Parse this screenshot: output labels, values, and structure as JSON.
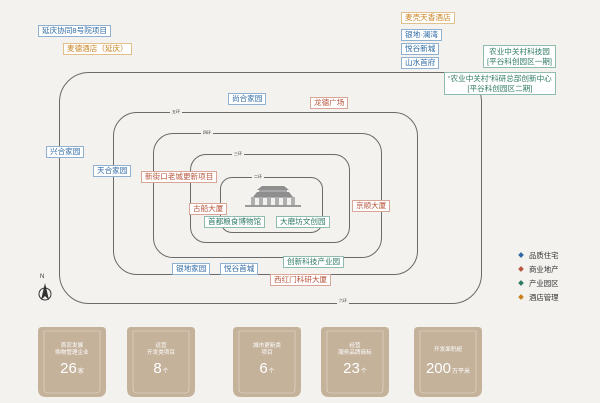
{
  "rings": [
    {
      "label": "六环"
    },
    {
      "label": "五环"
    },
    {
      "label": "四环"
    },
    {
      "label": "三环"
    },
    {
      "label": "二环"
    }
  ],
  "tags": {
    "yanqing_xieli": "延庆协同8号院项目",
    "maidun_hotel": "麦德酒店（延庆）",
    "maike_hotel": "麦壳天香酒店",
    "yindi_lanwan": "银地·澜湾",
    "yuegu_xincheng": "悦谷新城",
    "shanshui_shoufu": "山水首府",
    "nongye_zgc_1_line1": "农业中关村科技园",
    "nongye_zgc_1_line2": "[平谷科创园区一期]",
    "nongye_zgc_2_line1": "“农业中关村”科研总部创新中心",
    "nongye_zgc_2_line2": "[平谷科创园区二期]",
    "shanghe_jiayuan": "尚合家园",
    "longteng_guangchang": "龙德广场",
    "xinghe_jiayuan": "兴合家园",
    "tianhe_jiayuan": "天合家园",
    "xinjiekou": "新街口老城更新项目",
    "gushe_dasha": "古船大厦",
    "shoudu_liangshi": "首都粮食博物馆",
    "damofang": "大磨坊文创园",
    "jingshun_dasha": "京顺大厦",
    "chuangxin_keji": "创新科技产业园",
    "yindi_jiayuan": "银地家园",
    "yuegu_shoucheng": "悦谷首城",
    "xihongmen": "西红门科研大厦"
  },
  "legend": [
    {
      "label": "品质住宅",
      "color": "#2f6aa4"
    },
    {
      "label": "商业地产",
      "color": "#b8553d"
    },
    {
      "label": "产业园区",
      "color": "#2f7a64"
    },
    {
      "label": "酒店管理",
      "color": "#c9821f"
    }
  ],
  "compass": {
    "label": "N"
  },
  "stats": [
    {
      "line1": "首农发展",
      "line2": "购物管理企业",
      "value": "26",
      "unit": "家"
    },
    {
      "line1": "运营",
      "line2": "开发类项目",
      "value": "8",
      "unit": "个"
    },
    {
      "line1": "城市更新类",
      "line2": "项目",
      "value": "6",
      "unit": "个"
    },
    {
      "line1": "经营",
      "line2": "服务品牌商标",
      "value": "23",
      "unit": "个"
    },
    {
      "line1": "开发面积超",
      "line2": "",
      "value": "200",
      "unit": "万平米"
    }
  ],
  "colors": {
    "residential": "#2f6aa4",
    "commercial": "#b8553d",
    "industrial": "#2f7a64",
    "hotel": "#c9821f",
    "stat_fill": "#c4b29b"
  }
}
